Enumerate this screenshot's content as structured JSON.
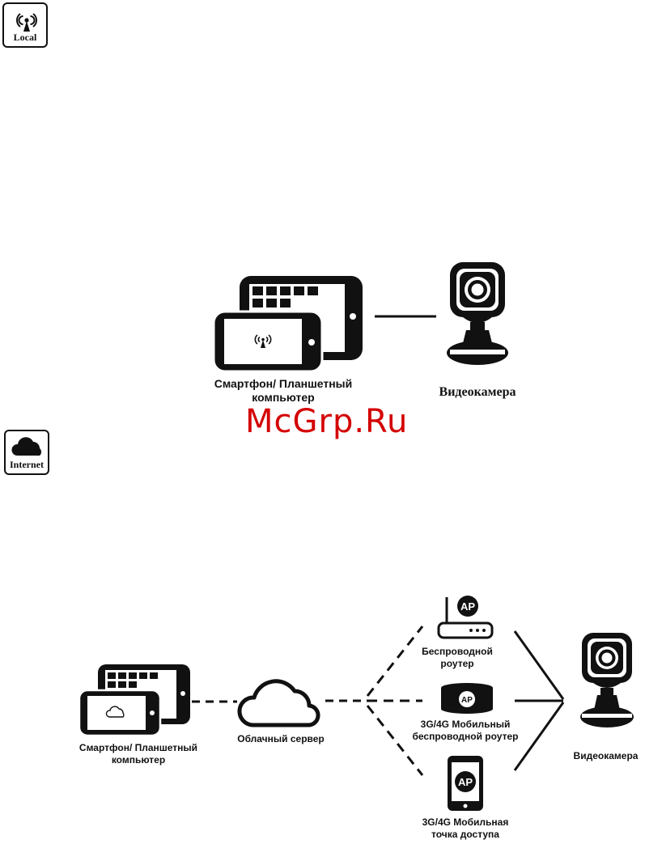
{
  "local_section": {
    "badge_label": "Local",
    "device_label_line1": "Смартфон/ Планшетный",
    "device_label_line2": "компьютер",
    "camera_label": "Видеокамера"
  },
  "watermark": "McGrp.Ru",
  "internet_section": {
    "badge_label": "Internet",
    "device_label_line1": "Смартфон/ Планшетный",
    "device_label_line2": "компьютер",
    "cloud_label": "Облачный сервер",
    "router_label_line1": "Беспроводной",
    "router_label_line2": "роутер",
    "mobile_router_label_line1": "3G/4G Мобильный",
    "mobile_router_label_line2": "беспроводной роутер",
    "hotspot_label_line1": "3G/4G Мобильная",
    "hotspot_label_line2": "точка доступа",
    "camera_label": "Видеокамера",
    "ap_text": "AP"
  }
}
